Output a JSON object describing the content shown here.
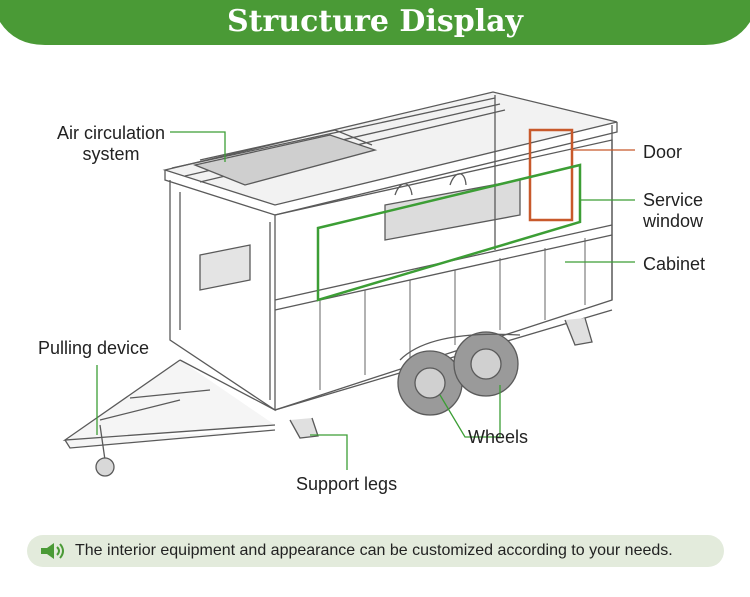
{
  "header": {
    "title": "Structure Display",
    "bg": "#4a9a36"
  },
  "labels": {
    "air": [
      "Air circulation",
      "system"
    ],
    "door": "Door",
    "service": [
      "Service",
      "window"
    ],
    "cabinet": "Cabinet",
    "pulling": "Pulling device",
    "wheels": "Wheels",
    "support": "Support legs"
  },
  "colors": {
    "leader_green": "#3c9e35",
    "leader_orange": "#c8592b",
    "line": "#555555",
    "footer_bg": "#e3ebdc"
  },
  "footer": {
    "icon": "speaker-icon",
    "text": "The interior equipment and appearance can be customized according to your needs."
  }
}
